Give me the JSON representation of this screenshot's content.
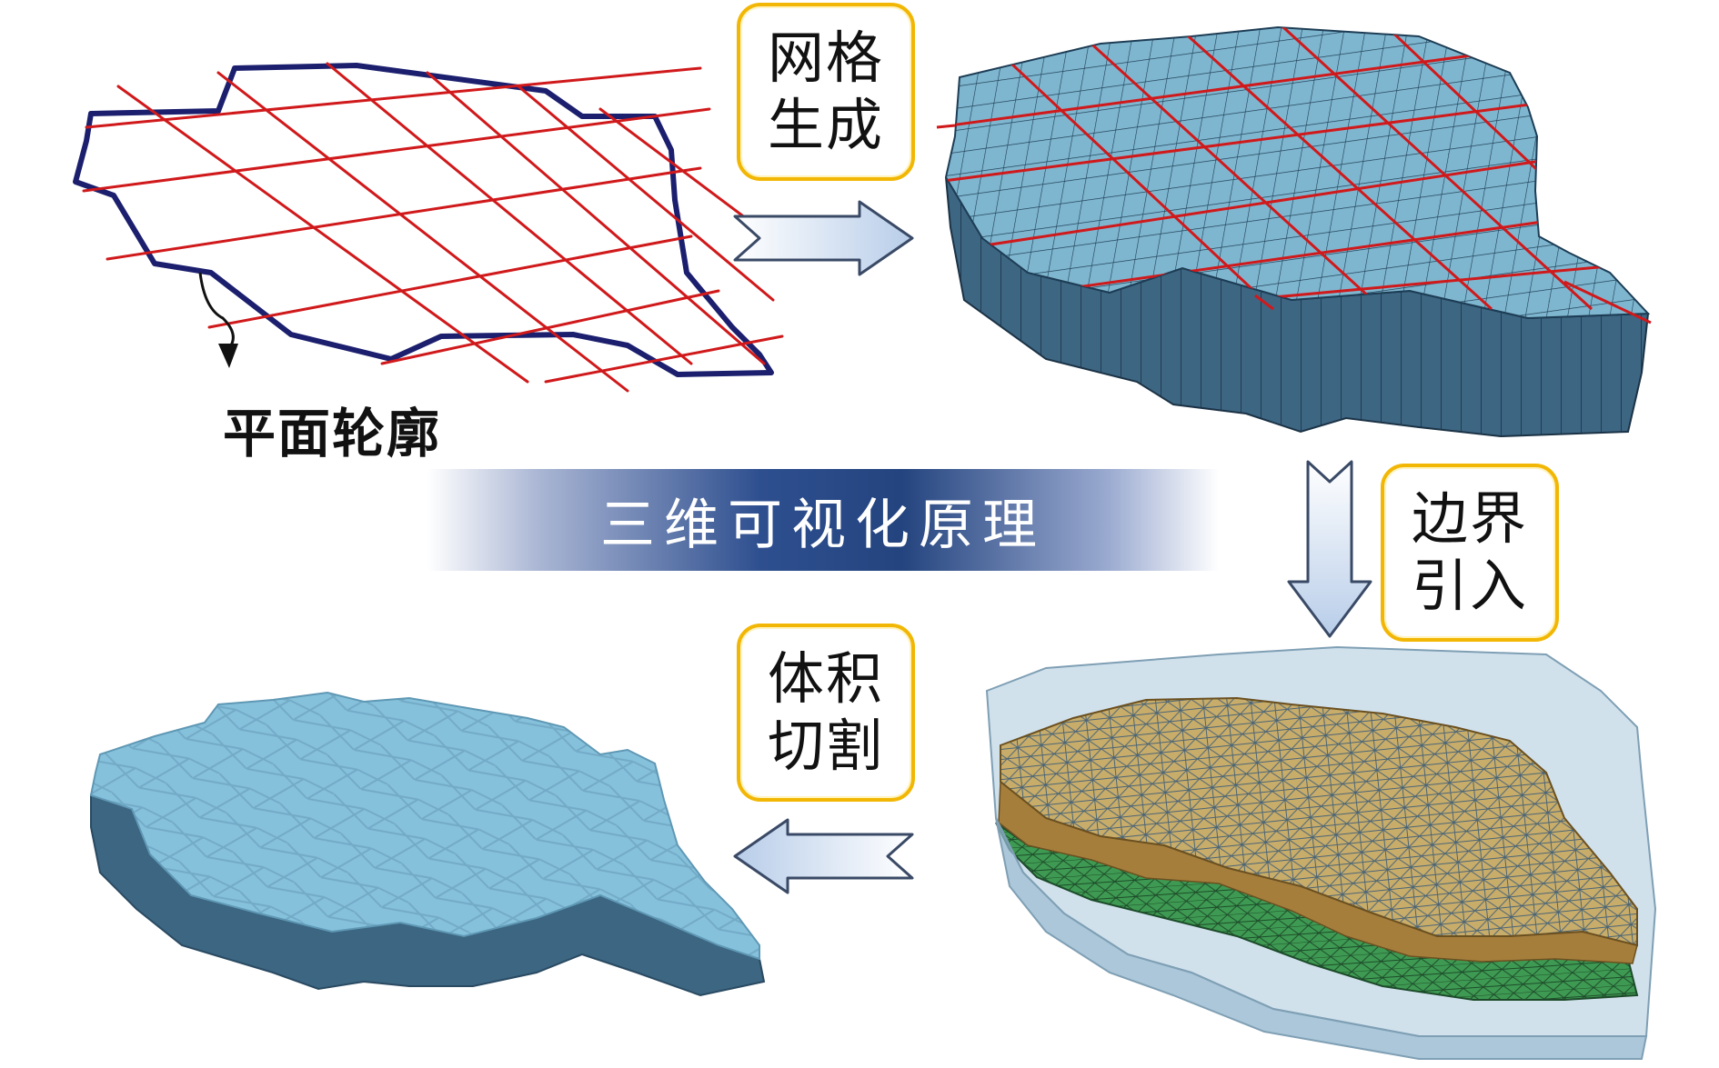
{
  "labels": {
    "outline": "平面轮廓",
    "center_title": "三维可视化原理"
  },
  "steps": [
    {
      "id": "mesh",
      "line1": "网格",
      "line2": "生成",
      "arrow": "right-arrow"
    },
    {
      "id": "boundary",
      "line1": "边界",
      "line2": "引入",
      "arrow": "down-arrow"
    },
    {
      "id": "cut",
      "line1": "体积",
      "line2": "切割",
      "arrow": "left-arrow"
    }
  ],
  "colors": {
    "outline": "#1b1f6e",
    "grid_lines": "#d0191b",
    "mesh_top": "#7fb6cf",
    "mesh_side": "#3d6683",
    "layer_top": "#c8ac6a",
    "layer_green": "#3e9a52",
    "translucent_box": "#a9c8dc",
    "result_top": "#86c1dc",
    "result_side": "#3c6682",
    "label_border": "#f2b705",
    "banner": "#2b4c8c",
    "arrow_fill": "#c9d9ee",
    "arrow_stroke": "#3a4a66"
  }
}
